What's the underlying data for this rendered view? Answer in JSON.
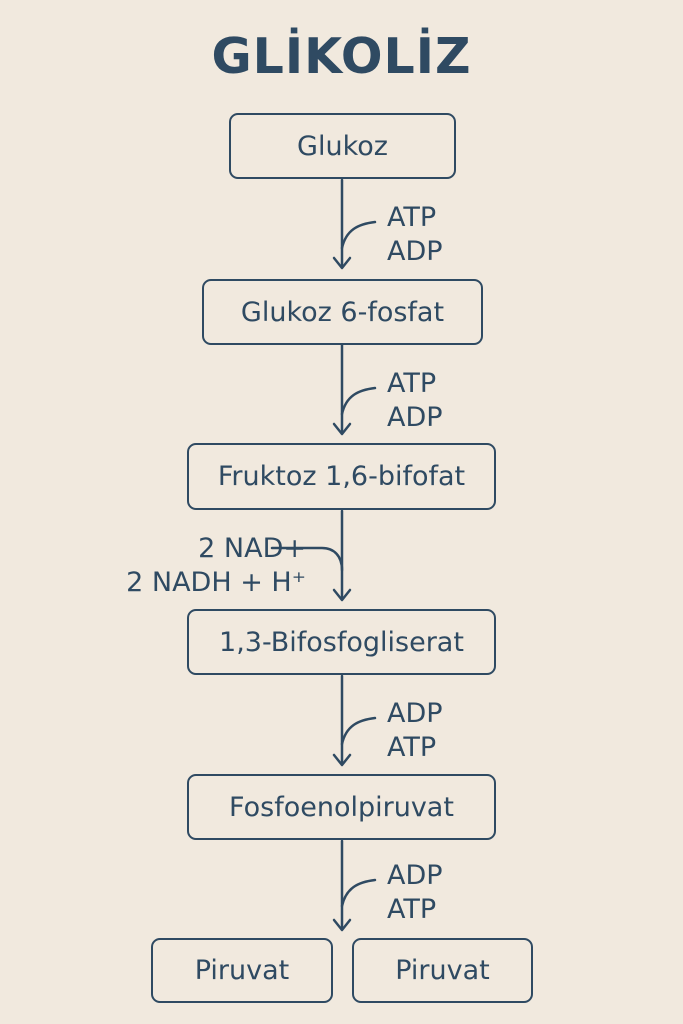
{
  "title": "GLİKOLİZ",
  "colors": {
    "background": "#f1e9de",
    "ink": "#2f4a62"
  },
  "nodes": {
    "glucose": "Glukoz",
    "glucose6p": "Glukoz 6-fosfat",
    "fructose16bp": "Fruktoz 1,6-bifofat",
    "bpg13": "1,3-Bifosfogliserat",
    "pep": "Fosfoenolpiruvat",
    "pyruvate_1": "Piruvat",
    "pyruvate_2": "Piruvat"
  },
  "steps": {
    "step1": {
      "in": "ATP",
      "out": "ADP"
    },
    "step2": {
      "in": "ATP",
      "out": "ADP"
    },
    "step3": {
      "in": "2 NAD+",
      "out": "2 NADH + H⁺"
    },
    "step4": {
      "in": "ADP",
      "out": "ATP"
    },
    "step5": {
      "in": "ADP",
      "out": "ATP"
    }
  }
}
